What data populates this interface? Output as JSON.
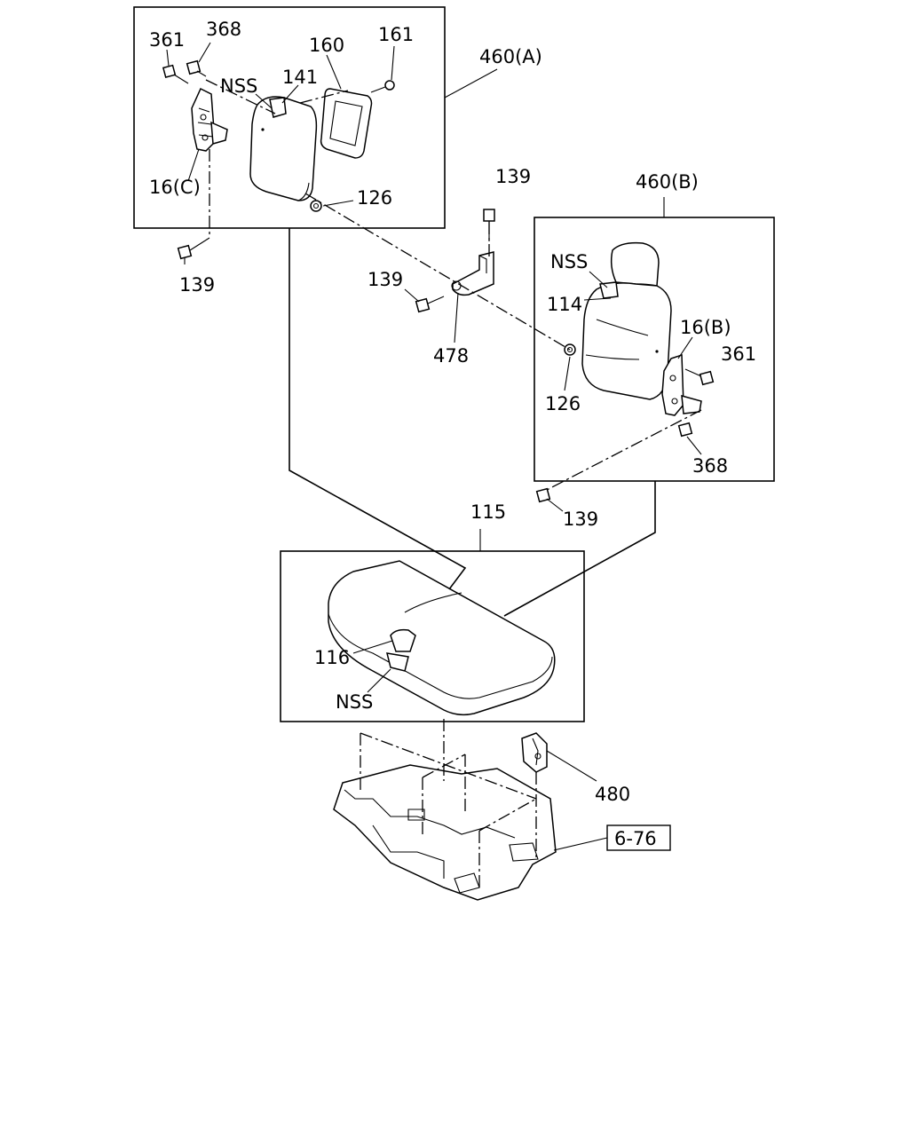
{
  "labels": {
    "p361_a": "361",
    "p368_a": "368",
    "p160": "160",
    "p161": "161",
    "p460a": "460(A)",
    "nss_a": "NSS",
    "p141": "141",
    "p16c": "16(C)",
    "p126_a": "126",
    "p139_a": "139",
    "p139_top": "139",
    "p460b": "460(B)",
    "nss_b": "NSS",
    "p114": "114",
    "p139_mid": "139",
    "p16b": "16(B)",
    "p361_b": "361",
    "p478": "478",
    "p126_b": "126",
    "p368_b": "368",
    "p139_b": "139",
    "p115": "115",
    "p116": "116",
    "nss_c": "NSS",
    "p480": "480",
    "ref_676": "6-76"
  }
}
